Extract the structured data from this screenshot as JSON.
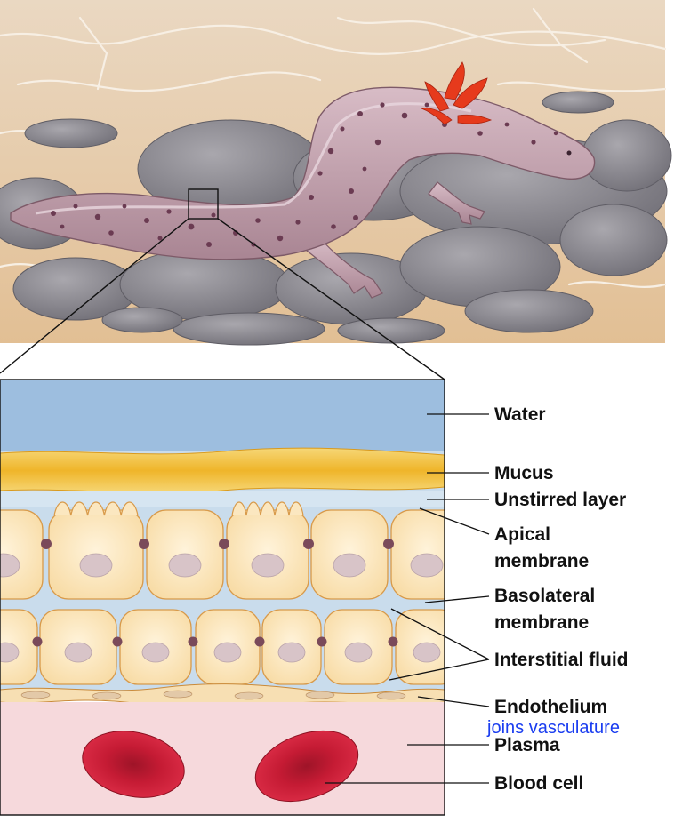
{
  "labels": {
    "water": "Water",
    "mucus": "Mucus",
    "unstirred_layer": "Unstirred layer",
    "apical_membrane_line1": "Apical",
    "apical_membrane_line2": "membrane",
    "basolateral_membrane_line1": "Basolateral",
    "basolateral_membrane_line2": "membrane",
    "interstitial_fluid": "Interstitial fluid",
    "endothelium": "Endothelium",
    "plasma": "Plasma",
    "blood_cell": "Blood cell"
  },
  "annotation": {
    "text": "joins vasculature",
    "color": "#1a3df0"
  },
  "colors": {
    "water": "#9dbedf",
    "mucus": "#f2c23c",
    "fluid": "#c9dcec",
    "epithelial_cell": "#fbe7c0",
    "cell_outline": "#d89a4a",
    "nucleus": "#d8c4c8",
    "junction": "#7a4a5a",
    "plasma": "#f6d9dc",
    "blood_cell": "#d11f3a",
    "salamander": "#c9a7b3",
    "spots": "#6b3b52",
    "gills": "#e63a1c",
    "rocks": "#8e8c93",
    "ground": "#e8cba7"
  }
}
